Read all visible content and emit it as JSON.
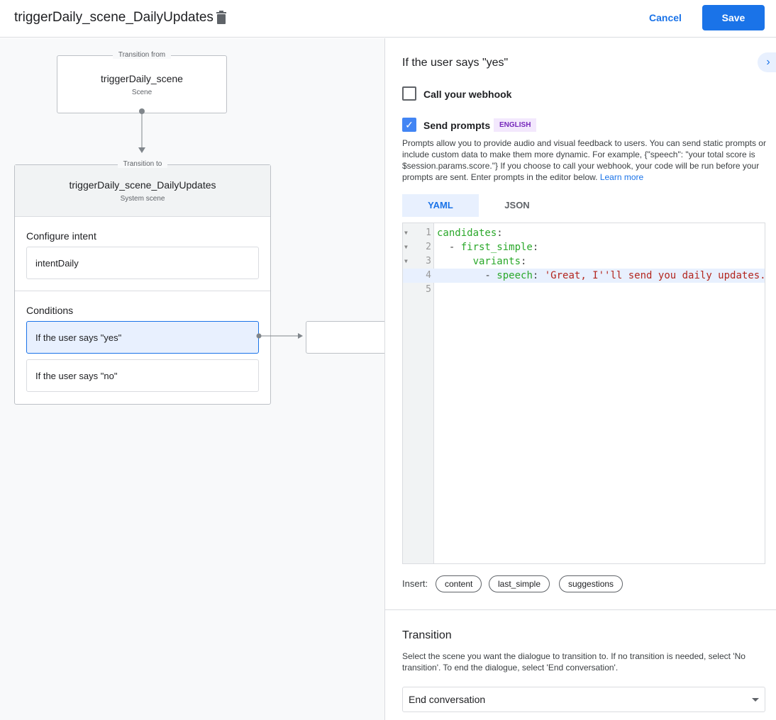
{
  "header": {
    "title": "triggerDaily_scene_DailyUpdates",
    "cancel": "Cancel",
    "save": "Save"
  },
  "canvas": {
    "from": {
      "legend": "Transition from",
      "name": "triggerDaily_scene",
      "type": "Scene"
    },
    "to": {
      "legend": "Transition to",
      "name": "triggerDaily_scene_DailyUpdates",
      "type": "System scene"
    },
    "configure_intent": {
      "title": "Configure intent",
      "intent": "intentDaily"
    },
    "conditions": {
      "title": "Conditions",
      "items": [
        "If the user says \"yes\"",
        "If the user says \"no\""
      ]
    }
  },
  "panel": {
    "title": "If the user says \"yes\"",
    "webhook": {
      "label": "Call your webhook",
      "checked": false
    },
    "prompts": {
      "label": "Send prompts",
      "checked": true,
      "badge": "ENGLISH",
      "description": "Prompts allow you to provide audio and visual feedback to users. You can send static prompts or include custom data to make them more dynamic. For example, {\"speech\": \"your total score is $session.params.score.\"} If you choose to call your webhook, your code will be run before your prompts are sent. Enter prompts in the editor below.",
      "learn_more": "Learn more"
    },
    "tabs": [
      "YAML",
      "JSON"
    ],
    "active_tab": "YAML",
    "editor": {
      "lines": [
        {
          "n": "1",
          "indent": "",
          "key": "candidates",
          "value": ""
        },
        {
          "n": "2",
          "indent": "  - ",
          "key": "first_simple",
          "value": ""
        },
        {
          "n": "3",
          "indent": "      ",
          "key": "variants",
          "value": ""
        },
        {
          "n": "4",
          "indent": "        - ",
          "key": "speech",
          "value": " 'Great, I''ll send you daily updates."
        },
        {
          "n": "5",
          "indent": "",
          "key": "",
          "value": ""
        }
      ]
    },
    "insert": {
      "label": "Insert:",
      "chips": [
        "content",
        "last_simple",
        "suggestions"
      ]
    },
    "transition": {
      "title": "Transition",
      "description": "Select the scene you want the dialogue to transition to. If no transition is needed, select 'No transition'. To end the dialogue, select 'End conversation'.",
      "selected": "End conversation"
    }
  }
}
